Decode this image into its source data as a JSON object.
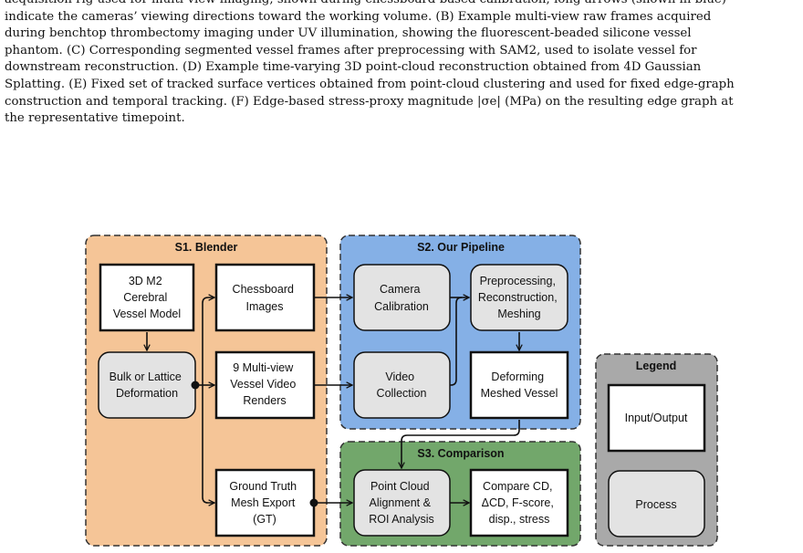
{
  "caption": {
    "lines": [
      "acquisition rig used for multi-view imaging, shown during chessboard-based calibration; long arrows (shown in blue)",
      "indicate the cameras’ viewing directions toward the working volume. (B) Example multi-view raw frames acquired",
      "during benchtop thrombectomy imaging under UV illumination, showing the fluorescent-beaded silicone vessel",
      "phantom. (C) Corresponding segmented vessel frames after preprocessing with SAM2, used to isolate vessel for",
      "downstream reconstruction. (D) Example time-varying 3D point-cloud reconstruction obtained from 4D Gaussian",
      "Splatting. (E) Fixed set of tracked surface vertices obtained from point-cloud clustering and used for fixed edge-graph",
      "construction and temporal tracking. (F) Edge-based stress-proxy magnitude |σe| (MPa) on the resulting edge graph at",
      "the representative timepoint."
    ]
  },
  "diagram": {
    "panels": {
      "blender": {
        "title": "S1. Blender",
        "color": "#f5c597"
      },
      "pipeline": {
        "title": "S2. Our Pipeline",
        "color": "#85b0e6"
      },
      "comparison": {
        "title": "S3. Comparison",
        "color": "#72a76b"
      },
      "legend": {
        "title": "Legend",
        "color": "#a9a9a9"
      }
    },
    "boxes": {
      "model": [
        "3D M2",
        "Cerebral",
        "Vessel Model"
      ],
      "deform": [
        "Bulk or Lattice",
        "Deformation"
      ],
      "chessboard": [
        "Chessboard",
        "Images"
      ],
      "renders": [
        "9 Multi-view",
        "Vessel Video",
        "Renders"
      ],
      "gt": [
        "Ground Truth",
        "Mesh Export",
        "(GT)"
      ],
      "calib": [
        "Camera",
        "Calibration"
      ],
      "preproc": [
        "Preprocessing,",
        "Reconstruction,",
        "Meshing"
      ],
      "video": [
        "Video",
        "Collection"
      ],
      "deformed": [
        "Deforming",
        "Meshed Vessel"
      ],
      "align": [
        "Point Cloud",
        "Alignment &",
        "ROI Analysis"
      ],
      "compare": [
        "Compare CD,",
        "ΔCD, F-score,",
        "disp., stress"
      ],
      "legend_io": [
        "Input/Output"
      ],
      "legend_proc": [
        "Process"
      ]
    }
  }
}
